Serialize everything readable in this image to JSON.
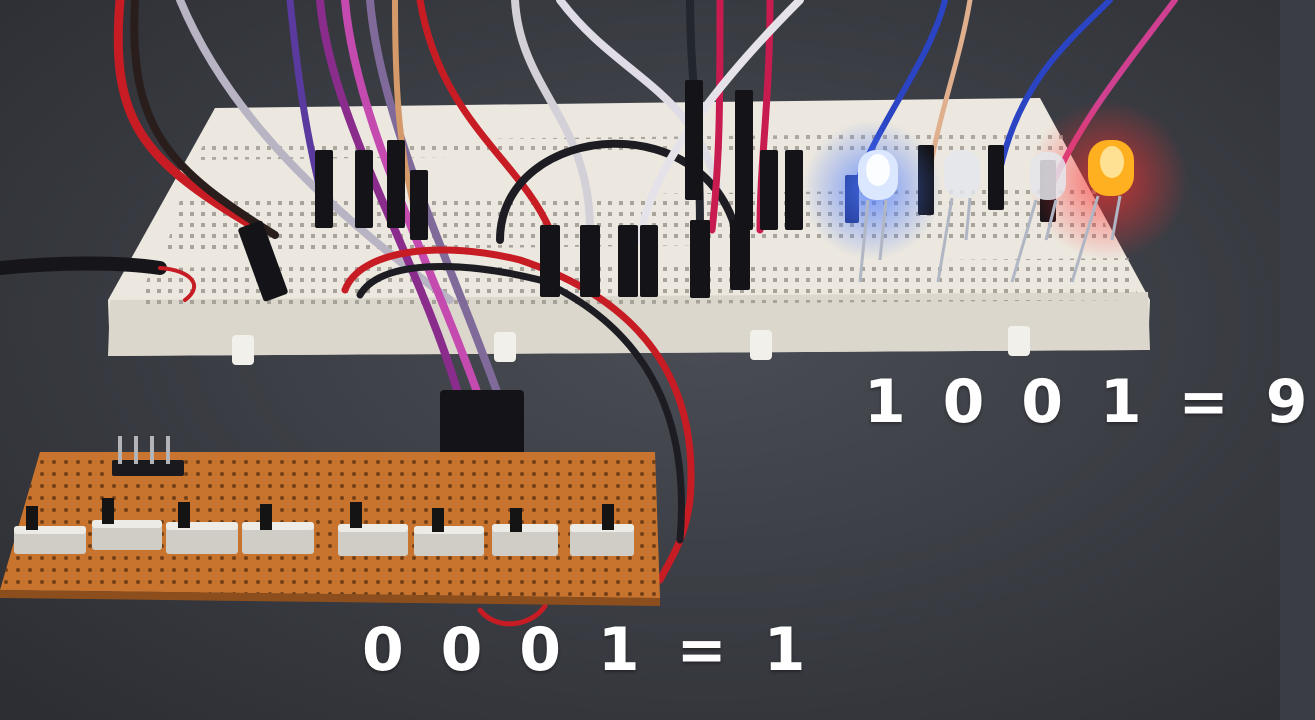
{
  "photo": {
    "caption_leds": "1 0 0 1 = 9",
    "caption_switches": "0 0 0 1 = 1",
    "led_states": [
      1,
      0,
      0,
      1
    ],
    "switch_states": [
      0,
      0,
      0,
      1
    ],
    "led_colors": [
      "#3b6bff",
      "#e8eefc",
      "#e8eefc",
      "#ffb020"
    ],
    "colors": {
      "table": "#3a3d44",
      "breadboard": "#ece8df",
      "perfboard": "#c8742e",
      "caption": "#ffffff"
    }
  }
}
